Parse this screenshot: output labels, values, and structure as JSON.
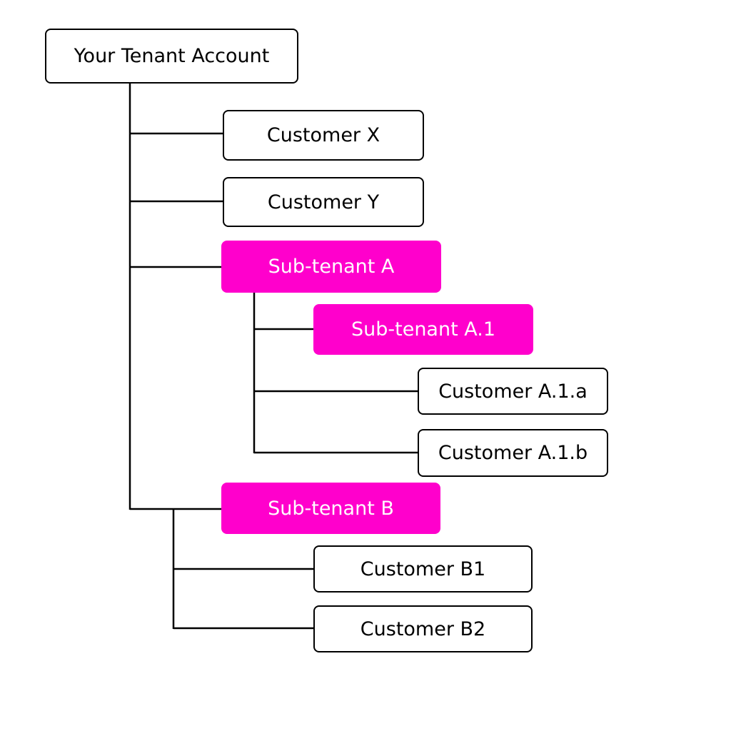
{
  "diagram": {
    "root": {
      "label": "Your Tenant Account"
    },
    "customer_x": {
      "label": "Customer X"
    },
    "customer_y": {
      "label": "Customer Y"
    },
    "sub_tenant_a": {
      "label": "Sub-tenant A"
    },
    "sub_tenant_a1": {
      "label": "Sub-tenant A.1"
    },
    "customer_a1a": {
      "label": "Customer A.1.a"
    },
    "customer_a1b": {
      "label": "Customer A.1.b"
    },
    "sub_tenant_b": {
      "label": "Sub-tenant B"
    },
    "customer_b1": {
      "label": "Customer B1"
    },
    "customer_b2": {
      "label": "Customer B2"
    }
  },
  "colors": {
    "sub_tenant_fill": "#ff00cc",
    "customer_fill": "#ffffff",
    "line": "#000000"
  }
}
